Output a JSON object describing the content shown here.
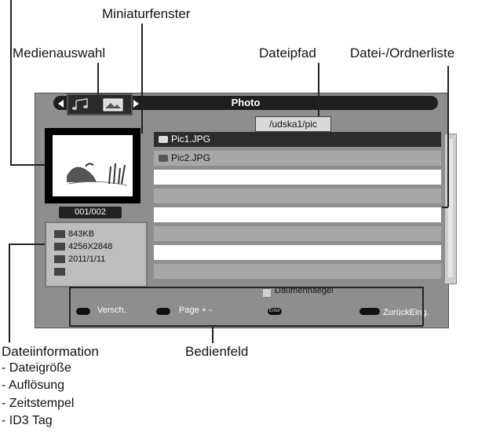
{
  "annotations": {
    "miniaturfenster": "Miniaturfenster",
    "medienauswahl": "Medienauswahl",
    "dateipfad": "Dateipfad",
    "ordnerliste": "Datei-/Ordnerliste",
    "dateiinformation": "Dateiinformation",
    "bedienfeld": "Bedienfeld",
    "info_items": [
      "- Dateigröße",
      "- Auflösung",
      "- Zeitstempel",
      "- ID3 Tag"
    ]
  },
  "screen": {
    "title": "Photo",
    "path": "/udska1/pic",
    "counter": "001/002",
    "info": {
      "size": "843KB",
      "resolution": "4256X2848",
      "date": "2011/1/11"
    },
    "files": [
      "Pic1.JPG",
      "Pic2.JPG"
    ],
    "controls": {
      "daumen": "Daumennaegel",
      "versch": "Versch.",
      "page": "Page + -",
      "enter": "Enter",
      "zuruck": "ZurückEing."
    }
  },
  "colors": {
    "selected_row": "#2c2c2c",
    "stripe_a": "#a8a8a8",
    "stripe_b": "#ffffff",
    "screen_bg": "#8e8e8e"
  }
}
